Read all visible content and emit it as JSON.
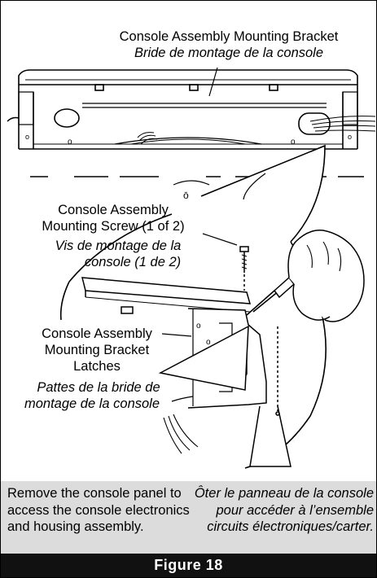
{
  "labels": {
    "bracket_en": "Console Assembly Mounting Bracket",
    "bracket_fr": "Bride de montage de la console",
    "screw_en_1": "Console Assembly",
    "screw_en_2": "Mounting Screw (1 of 2)",
    "screw_fr_1": "Vis de montage de la",
    "screw_fr_2": "console (1 de 2)",
    "latch_en_1": "Console Assembly",
    "latch_en_2": "Mounting Bracket",
    "latch_en_3": "Latches",
    "latch_fr_1": "Pattes de la bride de",
    "latch_fr_2": "montage de la console"
  },
  "caption": {
    "en": "Remove the console panel to access the console electronics and housing assembly.",
    "fr": "Ôter le panneau de la console pour accéder à l’ensemble circuits électroniques/carter."
  },
  "figure": {
    "label": "Figure 18"
  }
}
